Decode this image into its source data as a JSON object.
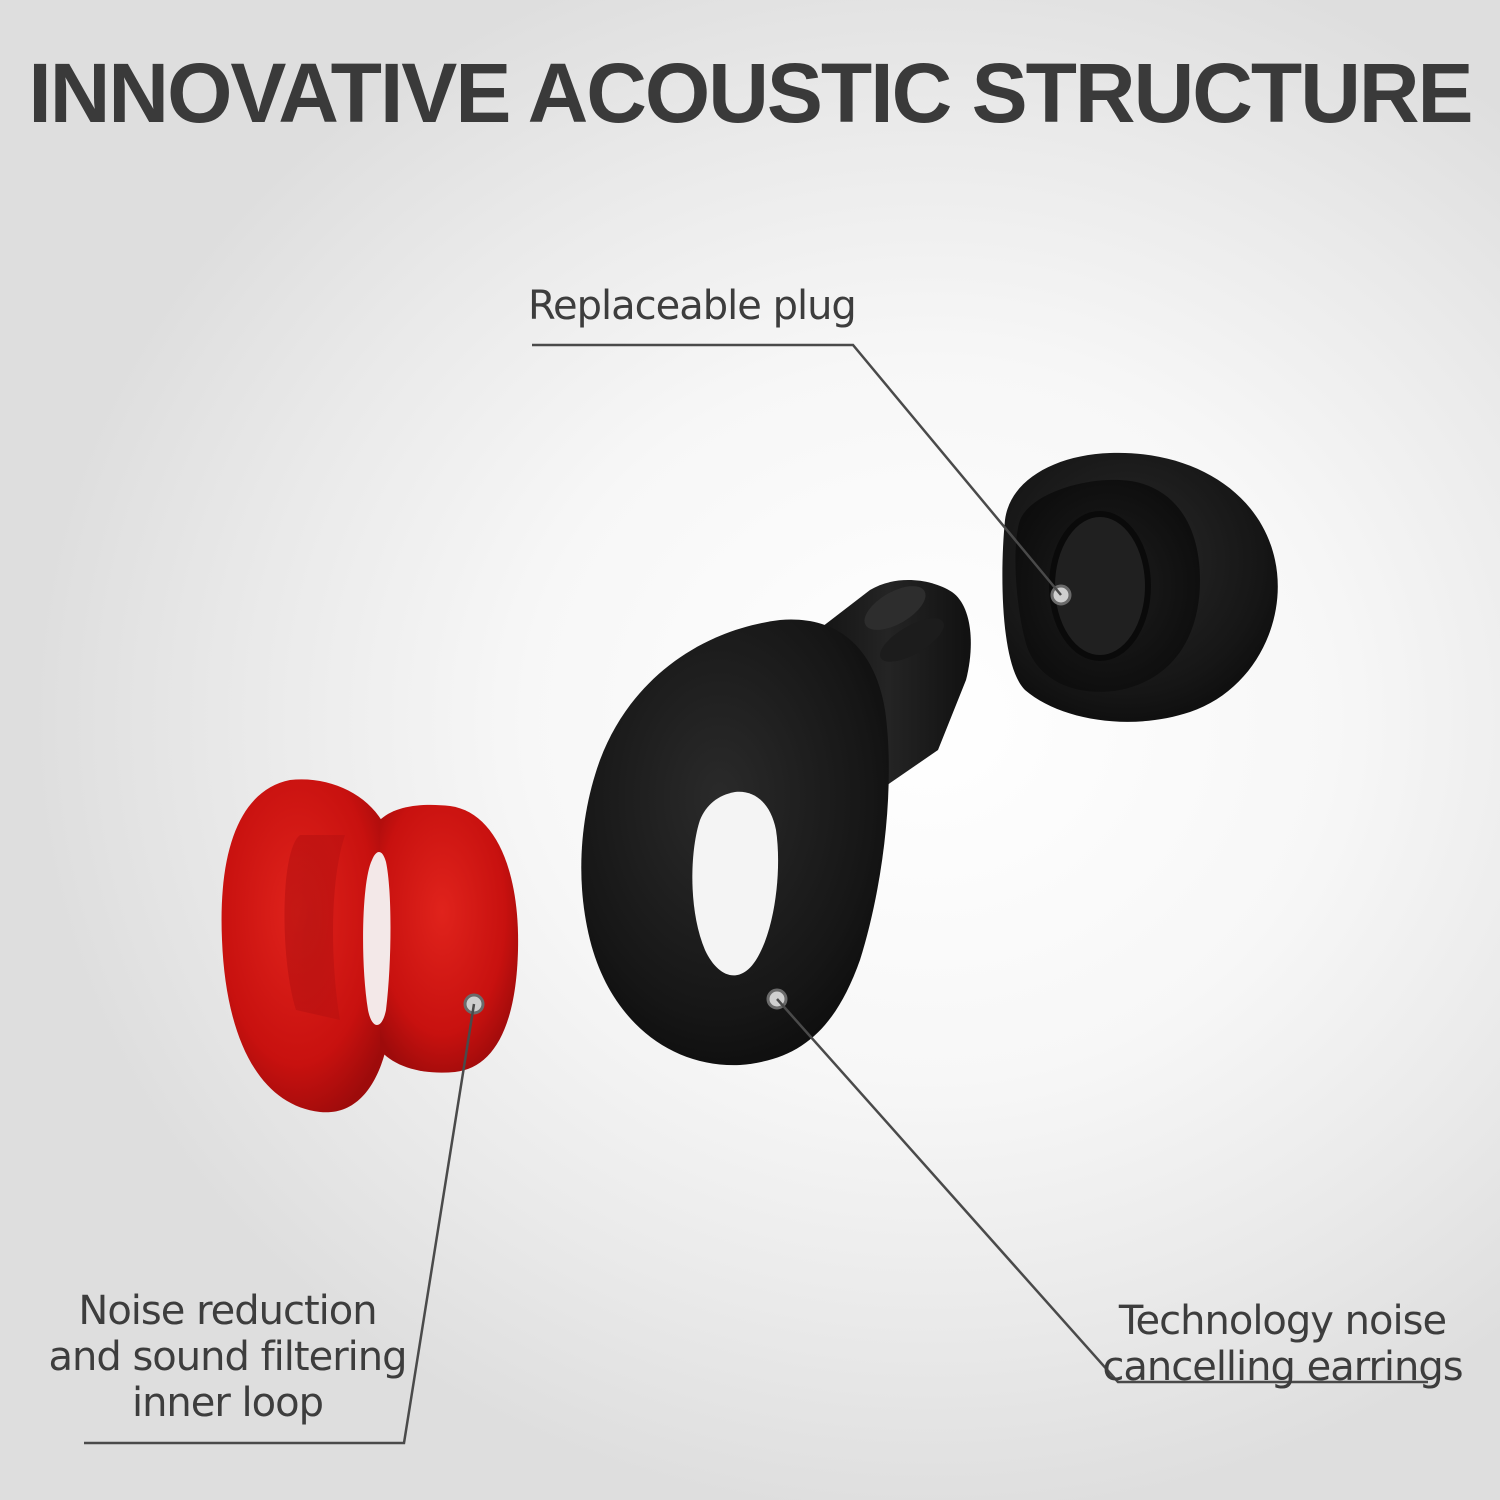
{
  "headline": "INNOVATIVE ACOUSTIC STRUCTURE",
  "callouts": {
    "plug": {
      "label": "Replaceable plug"
    },
    "loop": {
      "lines": [
        "Noise reduction",
        "and sound filtering",
        "inner loop"
      ]
    },
    "earring": {
      "lines": [
        "Technology noise",
        "cancelling earrings"
      ]
    }
  },
  "colors": {
    "headline": "#3a3a3a",
    "callout_text": "#3d3d3d",
    "leader_line": "#4a4a4a",
    "earplug_body": "#1b1b1b",
    "inner_loop": "#d41414"
  }
}
